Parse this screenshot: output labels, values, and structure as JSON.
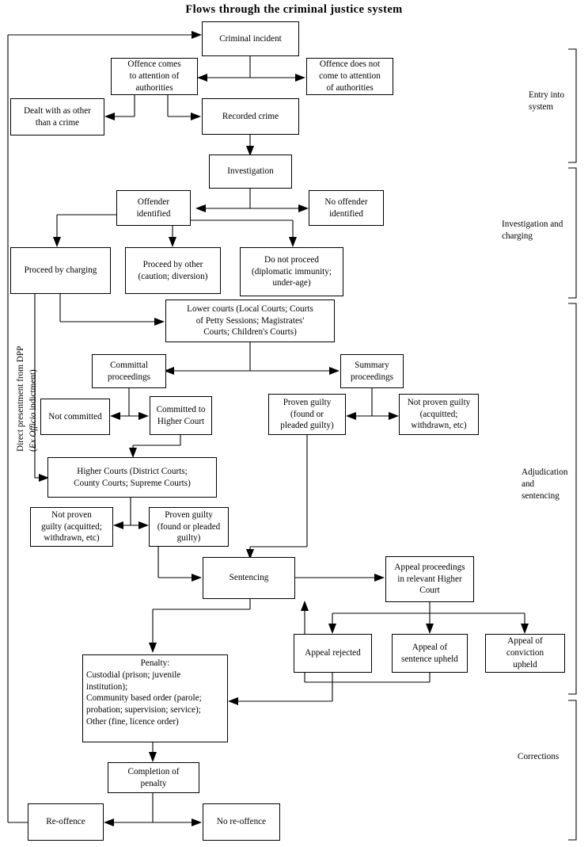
{
  "title": "Flows through the criminal justice system",
  "diagram": {
    "type": "flowchart",
    "orientation": "top-to-bottom",
    "nodes": [
      {
        "id": "criminal-incident",
        "label": "Criminal incident"
      },
      {
        "id": "offence-comes-to-attention",
        "label": "Offence comes to attention of authorities"
      },
      {
        "id": "offence-does-not-come-to-attention",
        "label": "Offence does not come to attention of authorities"
      },
      {
        "id": "dealt-with-as-other-than-a-crime",
        "label": "Dealt with as other than a crime"
      },
      {
        "id": "recorded-crime",
        "label": "Recorded crime"
      },
      {
        "id": "investigation",
        "label": "Investigation"
      },
      {
        "id": "offender-identified",
        "label": "Offender identified"
      },
      {
        "id": "no-offender-identified",
        "label": "No offender identified"
      },
      {
        "id": "proceed-by-charging",
        "label": "Proceed by charging"
      },
      {
        "id": "proceed-by-other",
        "label": "Proceed by other (caution; diversion)"
      },
      {
        "id": "do-not-proceed",
        "label": "Do not proceed (diplomatic immunity; under-age)"
      },
      {
        "id": "lower-courts",
        "label": "Lower courts (Local Courts; Courts of Petty Sessions; Magistrates' Courts; Children's Courts)"
      },
      {
        "id": "committal-proceedings",
        "label": "Committal proceedings"
      },
      {
        "id": "summary-proceedings",
        "label": "Summary proceedings"
      },
      {
        "id": "not-committed",
        "label": "Not committed"
      },
      {
        "id": "committed-to-higher-court",
        "label": "Committed to Higher Court"
      },
      {
        "id": "proven-guilty-summary",
        "label": "Proven guilty (found or pleaded guilty)"
      },
      {
        "id": "not-proven-guilty-summary",
        "label": "Not proven guilty (acquitted; withdrawn, etc)"
      },
      {
        "id": "higher-courts",
        "label": "Higher Courts (District Courts; County Courts; Supreme Courts)"
      },
      {
        "id": "not-proven-guilty-higher",
        "label": "Not proven guilty (acquitted; withdrawn, etc)"
      },
      {
        "id": "proven-guilty-higher",
        "label": "Proven guilty (found or pleaded guilty)"
      },
      {
        "id": "sentencing",
        "label": "Sentencing"
      },
      {
        "id": "appeal-proceedings",
        "label": "Appeal proceedings in relevant Higher Court"
      },
      {
        "id": "appeal-rejected",
        "label": "Appeal rejected"
      },
      {
        "id": "appeal-of-sentence-upheld",
        "label": "Appeal of sentence upheld"
      },
      {
        "id": "appeal-of-conviction-upheld",
        "label": "Appeal of conviction upheld"
      },
      {
        "id": "penalty",
        "label": "Penalty: Custodial (prison; juvenile institution); Community based order (parole; probation; supervision; service); Other (fine, licence order)"
      },
      {
        "id": "completion-of-penalty",
        "label": "Completion of penalty"
      },
      {
        "id": "re-offence",
        "label": "Re-offence"
      },
      {
        "id": "no-re-offence",
        "label": "No re-offence"
      }
    ],
    "edges": [
      {
        "from": "criminal-incident",
        "to": "offence-comes-to-attention"
      },
      {
        "from": "criminal-incident",
        "to": "offence-does-not-come-to-attention"
      },
      {
        "from": "offence-comes-to-attention",
        "to": "dealt-with-as-other-than-a-crime"
      },
      {
        "from": "offence-comes-to-attention",
        "to": "recorded-crime"
      },
      {
        "from": "recorded-crime",
        "to": "investigation"
      },
      {
        "from": "investigation",
        "to": "offender-identified"
      },
      {
        "from": "investigation",
        "to": "no-offender-identified"
      },
      {
        "from": "offender-identified",
        "to": "proceed-by-charging"
      },
      {
        "from": "offender-identified",
        "to": "proceed-by-other"
      },
      {
        "from": "offender-identified",
        "to": "do-not-proceed"
      },
      {
        "from": "proceed-by-charging",
        "to": "lower-courts"
      },
      {
        "from": "proceed-by-charging",
        "to": "higher-courts",
        "label": "Direct presentment from DPP (Ex Officio indictment)"
      },
      {
        "from": "lower-courts",
        "to": "committal-proceedings"
      },
      {
        "from": "lower-courts",
        "to": "summary-proceedings"
      },
      {
        "from": "committal-proceedings",
        "to": "not-committed"
      },
      {
        "from": "committal-proceedings",
        "to": "committed-to-higher-court"
      },
      {
        "from": "summary-proceedings",
        "to": "proven-guilty-summary"
      },
      {
        "from": "summary-proceedings",
        "to": "not-proven-guilty-summary"
      },
      {
        "from": "committed-to-higher-court",
        "to": "higher-courts"
      },
      {
        "from": "higher-courts",
        "to": "not-proven-guilty-higher"
      },
      {
        "from": "higher-courts",
        "to": "proven-guilty-higher"
      },
      {
        "from": "proven-guilty-higher",
        "to": "sentencing"
      },
      {
        "from": "proven-guilty-summary",
        "to": "sentencing"
      },
      {
        "from": "sentencing",
        "to": "appeal-proceedings"
      },
      {
        "from": "sentencing",
        "to": "penalty"
      },
      {
        "from": "appeal-proceedings",
        "to": "appeal-rejected"
      },
      {
        "from": "appeal-proceedings",
        "to": "appeal-of-sentence-upheld"
      },
      {
        "from": "appeal-proceedings",
        "to": "appeal-of-conviction-upheld"
      },
      {
        "from": "appeal-of-sentence-upheld",
        "to": "sentencing"
      },
      {
        "from": "appeal-rejected",
        "to": "penalty"
      },
      {
        "from": "penalty",
        "to": "completion-of-penalty"
      },
      {
        "from": "completion-of-penalty",
        "to": "re-offence"
      },
      {
        "from": "completion-of-penalty",
        "to": "no-re-offence"
      },
      {
        "from": "re-offence",
        "to": "criminal-incident"
      }
    ]
  },
  "boxes": {
    "criminal_incident": "Criminal incident",
    "offence_comes_l1": "Offence comes",
    "offence_comes_l2": "to attention of",
    "offence_comes_l3": "authorities",
    "offence_not_l1": "Offence does not",
    "offence_not_l2": "come to attention",
    "offence_not_l3": "of authorities",
    "dealt_with_l1": "Dealt with as other",
    "dealt_with_l2": "than a crime",
    "recorded_crime": "Recorded crime",
    "investigation": "Investigation",
    "offender_identified_l1": "Offender",
    "offender_identified_l2": "identified",
    "no_offender_l1": "No offender",
    "no_offender_l2": "identified",
    "proceed_by_charging": "Proceed by charging",
    "proceed_other_l1": "Proceed by other",
    "proceed_other_l2": "(caution; diversion)",
    "do_not_proceed_l1": "Do not proceed",
    "do_not_proceed_l2": "(diplomatic immunity;",
    "do_not_proceed_l3": "under-age)",
    "lower_courts_l1": "Lower courts (Local Courts; Courts",
    "lower_courts_l2": "of Petty Sessions; Magistrates'",
    "lower_courts_l3": "Courts; Children's Courts)",
    "committal_l1": "Committal",
    "committal_l2": "proceedings",
    "summary_l1": "Summary",
    "summary_l2": "proceedings",
    "not_committed": "Not committed",
    "committed_to_l1": "Committed to",
    "committed_to_l2": "Higher Court",
    "proven_guilty_s_l1": "Proven guilty",
    "proven_guilty_s_l2": "(found or",
    "proven_guilty_s_l3": "pleaded guilty)",
    "not_proven_s_l1": "Not proven guilty",
    "not_proven_s_l2": "(acquitted;",
    "not_proven_s_l3": "withdrawn, etc)",
    "higher_courts_l1": "Higher Courts (District Courts;",
    "higher_courts_l2": "County Courts; Supreme Courts)",
    "not_proven_h_l1": "Not proven",
    "not_proven_h_l2": "guilty (acquitted;",
    "not_proven_h_l3": "withdrawn, etc)",
    "proven_guilty_h_l1": "Proven guilty",
    "proven_guilty_h_l2": "(found or pleaded",
    "proven_guilty_h_l3": "guilty)",
    "sentencing": "Sentencing",
    "appeal_proc_l1": "Appeal proceedings",
    "appeal_proc_l2": "in relevant Higher",
    "appeal_proc_l3": "Court",
    "appeal_rejected": "Appeal rejected",
    "appeal_sentence_l1": "Appeal of",
    "appeal_sentence_l2": "sentence upheld",
    "appeal_conviction_l1": "Appeal of",
    "appeal_conviction_l2": "conviction",
    "appeal_conviction_l3": "upheld",
    "penalty_head": "Penalty:",
    "penalty_l1": "Custodial (prison; juvenile",
    "penalty_l2": "institution);",
    "penalty_l3": "Community based order (parole;",
    "penalty_l4": "probation; supervision; service);",
    "penalty_l5": "Other (fine, licence order)",
    "completion_l1": "Completion of",
    "completion_l2": "penalty",
    "re_offence": "Re-offence",
    "no_re_offence": "No re-offence"
  },
  "stage_brackets": [
    {
      "id": "entry",
      "label_l1": "Entry into",
      "label_l2": "system"
    },
    {
      "id": "investigation-charging",
      "label_l1": "Investigation and",
      "label_l2": "charging"
    },
    {
      "id": "adjudication-sentencing",
      "label_l1": "Adjudication",
      "label_l2": "and",
      "label_l3": "sentencing"
    },
    {
      "id": "corrections",
      "label_l1": "Corrections",
      "label_l2": "",
      "label_l3": ""
    }
  ],
  "edge_labels": {
    "dpp_line1": "Direct presentment from DPP",
    "dpp_line2_pre": "(",
    "dpp_line2_italic": "Ex Officio",
    "dpp_line2_post": " indictment)"
  },
  "colors": {
    "stroke": "#000000",
    "background": "#ffffff",
    "text": "#000000"
  }
}
